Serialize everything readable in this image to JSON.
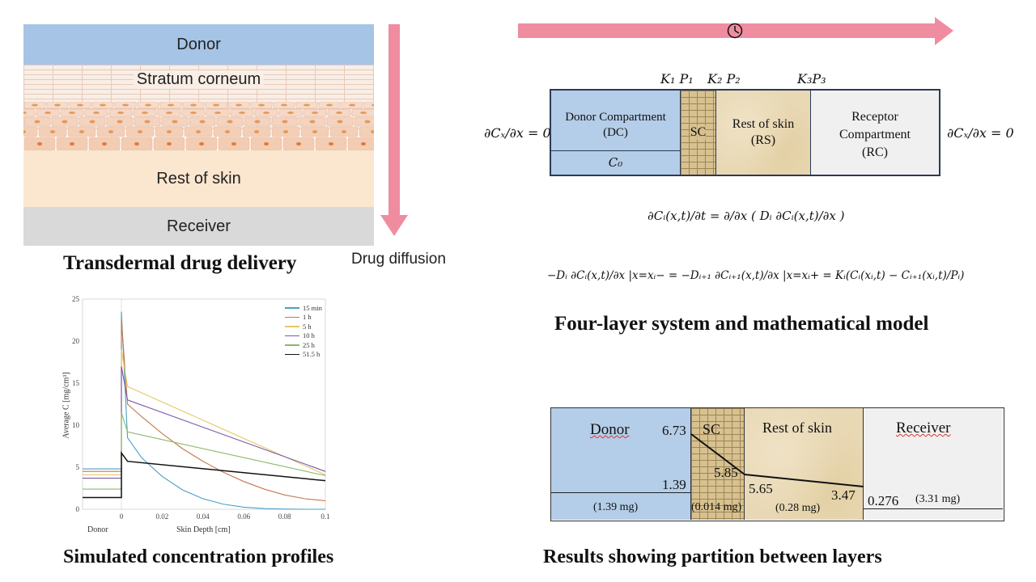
{
  "skin_diagram": {
    "layers": [
      {
        "label": "Donor"
      },
      {
        "label": "Stratum corneum"
      },
      {
        "label": "Rest of skin"
      },
      {
        "label": "Receiver"
      }
    ],
    "arrow_label": "Drug diffusion",
    "caption": "Transdermal drug delivery",
    "colors": {
      "donor": "#a5c4e6",
      "stratum": "#f7e7dc",
      "rest": "#fbe8d2",
      "receiver": "#d9d9d9",
      "arrow": "#f08ca0"
    }
  },
  "model": {
    "time_icon": "clock-icon",
    "boundary_left": "∂Cₓ/∂x = 0",
    "boundary_right": "∂Cₓ/∂x = 0",
    "interface_labels": [
      "K₁ P₁",
      "K₂ P₂",
      "K₃P₃"
    ],
    "donor_compartment": "Donor Compartment",
    "donor_abbrev": "(DC)",
    "c0": "C₀",
    "sc": "SC",
    "rest": "Rest of skin",
    "rest_abbrev": "(RS)",
    "receptor_line1": "Receptor",
    "receptor_line2": "Compartment",
    "receptor_abbrev": "(RC)",
    "diffusion_equation": "∂Cᵢ(x,t)/∂t = ∂/∂x ( Dᵢ ∂Cᵢ(x,t)/∂x )",
    "interface_equation": "−Dᵢ ∂Cᵢ(x,t)/∂x |x=xᵢ− = −Dᵢ₊₁ ∂Cᵢ₊₁(x,t)/∂x |x=xᵢ+ = Kᵢ(Cᵢ(xᵢ,t) − Cᵢ₊₁(xᵢ,t)/Pᵢ)",
    "caption": "Four-layer system and mathematical model"
  },
  "results": {
    "donor": "Donor",
    "sc": "SC",
    "rest": "Rest of skin",
    "receiver": "Receiver",
    "values": {
      "donor_top": "6.73",
      "donor_level": "1.39",
      "sc_bottom": "5.85",
      "rest_left": "5.65",
      "rest_right": "3.47",
      "receiver_level": "0.276"
    },
    "masses": {
      "donor": "(1.39 mg)",
      "sc": "(0.014 mg)",
      "rest": "(0.28 mg)",
      "receiver": "(3.31 mg)"
    },
    "caption": "Results showing partition between layers"
  },
  "chart_data": {
    "type": "line",
    "xlabel": "Skin Depth [cm]",
    "ylabel": "Average C [mg/cm³]",
    "donor_label": "Donor",
    "xlim": [
      0,
      0.1
    ],
    "ylim": [
      0,
      25
    ],
    "xticks": [
      "0",
      "0.02",
      "0.04",
      "0.06",
      "0.08",
      "0.1"
    ],
    "yticks": [
      "0",
      "5",
      "10",
      "15",
      "20",
      "25"
    ],
    "legend_position": "top-right",
    "series": [
      {
        "name": "15 min",
        "color": "#4a9fc7",
        "donor": 4.8,
        "peak": 23.5,
        "points": [
          [
            0.003,
            8.5
          ],
          [
            0.01,
            6.1
          ],
          [
            0.02,
            3.9
          ],
          [
            0.03,
            2.3
          ],
          [
            0.04,
            1.25
          ],
          [
            0.05,
            0.6
          ],
          [
            0.06,
            0.25
          ],
          [
            0.07,
            0.08
          ],
          [
            0.08,
            0.02
          ],
          [
            0.09,
            0.0
          ],
          [
            0.1,
            0.0
          ]
        ]
      },
      {
        "name": "1 h",
        "color": "#c0794d",
        "donor": 4.5,
        "peak": 22.5,
        "points": [
          [
            0.003,
            12.5
          ],
          [
            0.01,
            11.0
          ],
          [
            0.02,
            9.0
          ],
          [
            0.03,
            7.2
          ],
          [
            0.04,
            5.7
          ],
          [
            0.05,
            4.4
          ],
          [
            0.06,
            3.3
          ],
          [
            0.07,
            2.4
          ],
          [
            0.08,
            1.7
          ],
          [
            0.09,
            1.25
          ],
          [
            0.1,
            1.0
          ]
        ]
      },
      {
        "name": "5 h",
        "color": "#e5c765",
        "donor": 4.1,
        "peak": 19.0,
        "points": [
          [
            0.003,
            14.6
          ],
          [
            0.1,
            4.1
          ]
        ]
      },
      {
        "name": "10 h",
        "color": "#7a5aa5",
        "donor": 3.7,
        "peak": 17.0,
        "points": [
          [
            0.003,
            13.0
          ],
          [
            0.1,
            4.5
          ]
        ]
      },
      {
        "name": "25 h",
        "color": "#8bb868",
        "donor": 2.4,
        "peak": 11.5,
        "points": [
          [
            0.003,
            9.2
          ],
          [
            0.1,
            4.0
          ]
        ]
      },
      {
        "name": "51.5 h",
        "color": "#111111",
        "donor": 1.4,
        "peak": 6.7,
        "points": [
          [
            0.003,
            5.7
          ],
          [
            0.1,
            3.4
          ]
        ]
      }
    ],
    "caption": "Simulated concentration profiles"
  }
}
